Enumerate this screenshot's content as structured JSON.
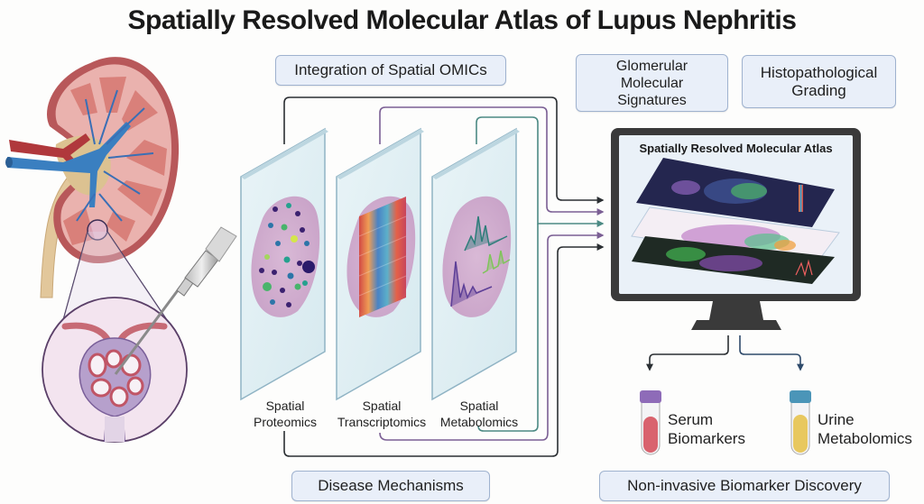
{
  "title": "Spatially Resolved Molecular Atlas of Lupus Nephritis",
  "boxes": {
    "integration": "Integration of Spatial OMICs",
    "glomerular": [
      "Glomerular",
      "Molecular",
      "Signatures"
    ],
    "histopathological": [
      "Histopathological",
      "Grading"
    ],
    "disease_mechanisms": "Disease Mechanisms",
    "biomarker_discovery": "Non-invasive Biomarker Discovery"
  },
  "omics": [
    {
      "line1": "Spatial",
      "line2": "Proteomics",
      "color": "#2b2f33"
    },
    {
      "line1": "Spatial",
      "line2": "Transcriptomics",
      "color": "#7b5f94"
    },
    {
      "line1": "Spatial",
      "line2": "Metabolomics",
      "color": "#4c8a84"
    }
  ],
  "monitor": {
    "title": "Spatially Resolved Molecular Atlas"
  },
  "tubes": [
    {
      "line1": "Serum",
      "line2": "Biomarkers",
      "cap_color": "#8e6bb8",
      "fluid_color": "#d9636e"
    },
    {
      "line1": "Urine",
      "line2": "Metabolomics",
      "cap_color": "#4b95b8",
      "fluid_color": "#e8c85f"
    }
  ],
  "colors": {
    "box_fill": "#e9eff9",
    "box_border": "#9fb2cf",
    "arrow_dark": "#2b2f33",
    "arrow_purple": "#7b5f94",
    "arrow_teal": "#4c8a84",
    "arrow_navy": "#2f4b6b"
  }
}
